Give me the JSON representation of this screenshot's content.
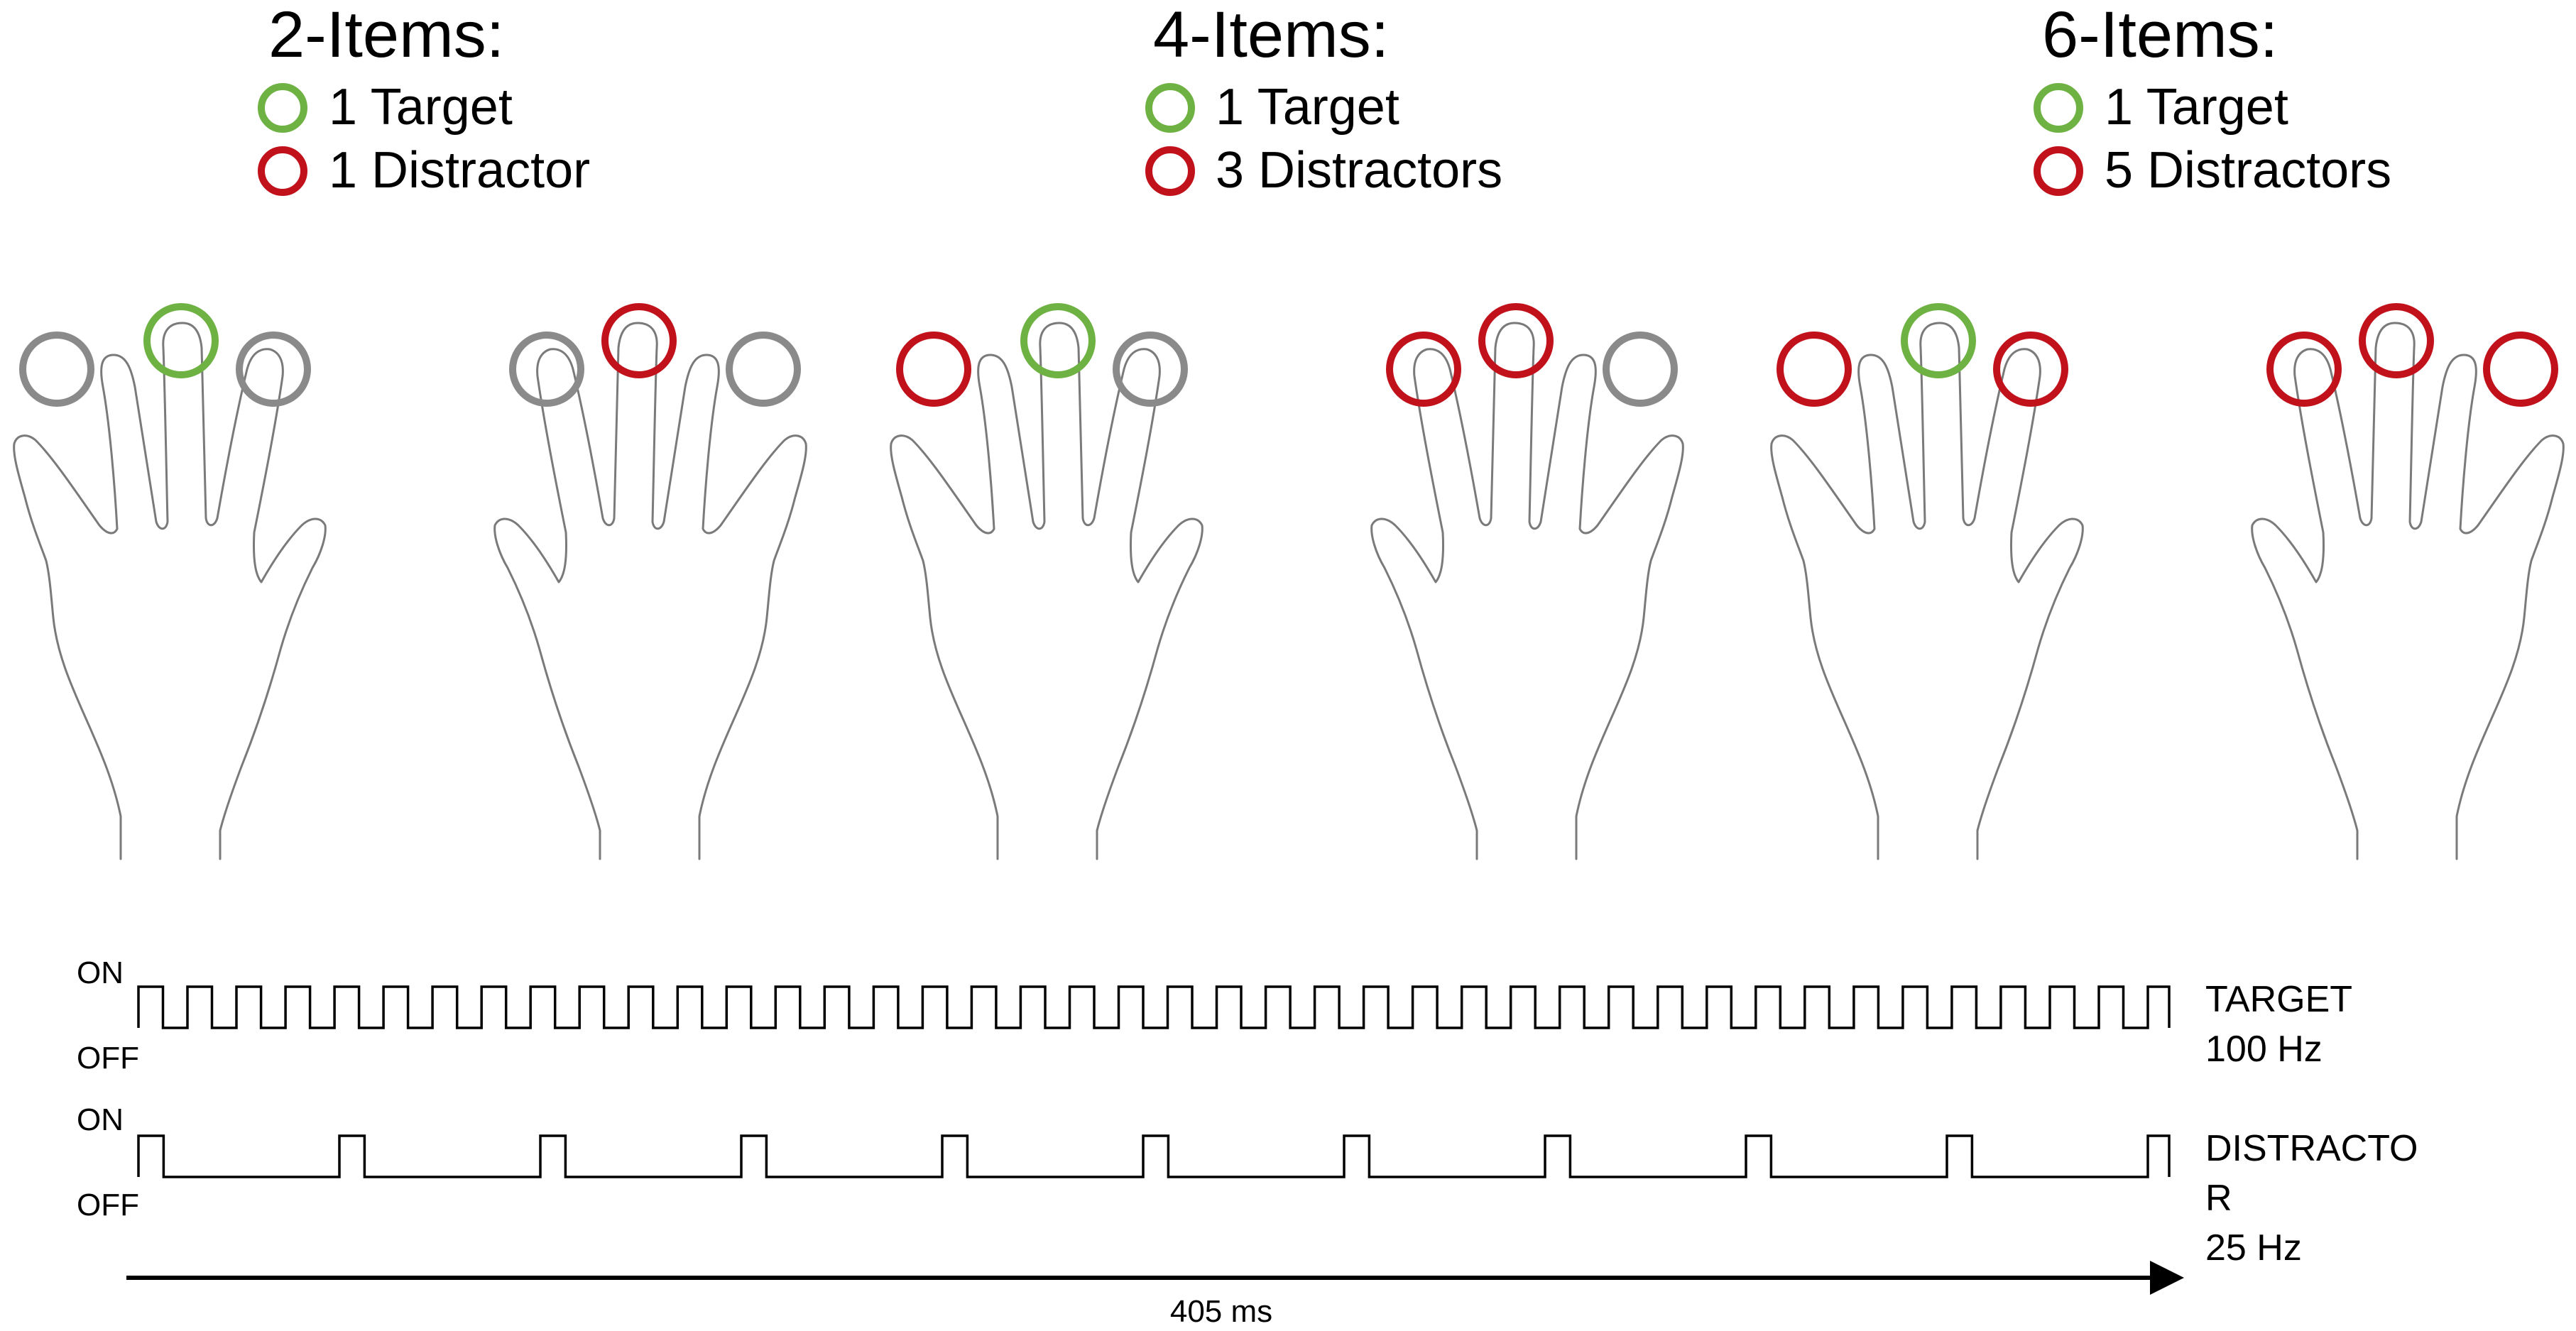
{
  "colors": {
    "target": "#6fb244",
    "distractor": "#c1121c",
    "inactive": "#8a8a8a",
    "outline": "#7a7a7a"
  },
  "panels": [
    {
      "title": "2-Items:",
      "target_label": "1 Target",
      "distractor_label": "1 Distractor",
      "hands": [
        {
          "side": "left",
          "fingers": [
            "inactive",
            "target",
            "inactive"
          ]
        },
        {
          "side": "right",
          "fingers": [
            "inactive",
            "distractor",
            "inactive"
          ]
        }
      ]
    },
    {
      "title": "4-Items:",
      "target_label": "1 Target",
      "distractor_label": "3 Distractors",
      "hands": [
        {
          "side": "left",
          "fingers": [
            "distractor",
            "target",
            "inactive"
          ]
        },
        {
          "side": "right",
          "fingers": [
            "inactive",
            "distractor",
            "distractor"
          ]
        }
      ]
    },
    {
      "title": "6-Items:",
      "target_label": "1 Target",
      "distractor_label": "5 Distractors",
      "hands": [
        {
          "side": "left",
          "fingers": [
            "distractor",
            "target",
            "distractor"
          ]
        },
        {
          "side": "right",
          "fingers": [
            "distractor",
            "distractor",
            "distractor"
          ]
        }
      ]
    }
  ],
  "signals": [
    {
      "on_label": "ON",
      "off_label": "OFF",
      "name": "TARGET",
      "name_lines": [
        "TARGET"
      ],
      "freq": "100 Hz",
      "frequency_hz": 100,
      "duty_cycle": 0.5
    },
    {
      "on_label": "ON",
      "off_label": "OFF",
      "name": "DISTRACTOR",
      "name_lines": [
        "DISTRACTO",
        "R"
      ],
      "freq": "25 Hz",
      "frequency_hz": 25,
      "duty_cycle": 0.125
    }
  ],
  "timeline": {
    "label": "405 ms",
    "duration_ms": 405
  }
}
